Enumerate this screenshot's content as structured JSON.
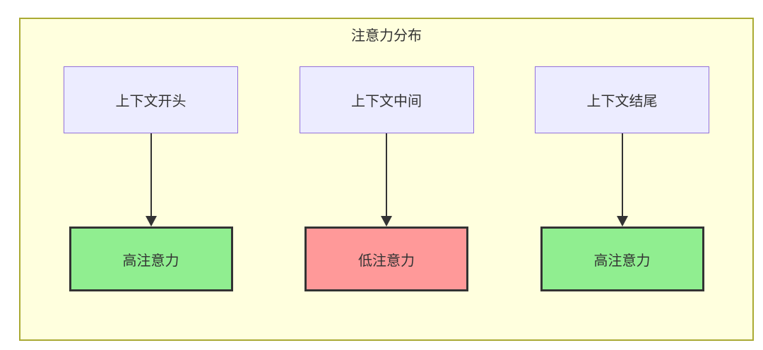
{
  "diagram": {
    "type": "flowchart",
    "title": "注意力分布",
    "columns": [
      {
        "top_label": "上下文开头",
        "bottom_label": "高注意力",
        "attention_level": "high"
      },
      {
        "top_label": "上下文中间",
        "bottom_label": "低注意力",
        "attention_level": "low"
      },
      {
        "top_label": "上下文结尾",
        "bottom_label": "高注意力",
        "attention_level": "high"
      }
    ],
    "colors": {
      "canvas_bg": "#ffffff",
      "group_bg": "#ffffde",
      "group_border": "#aaaa33",
      "context_node_bg": "#ececff",
      "context_node_border": "#9370db",
      "high_attention_bg": "#90ee90",
      "low_attention_bg": "#ff9999",
      "attention_node_border": "#333333",
      "arrow": "#333333",
      "text": "#333333"
    }
  }
}
